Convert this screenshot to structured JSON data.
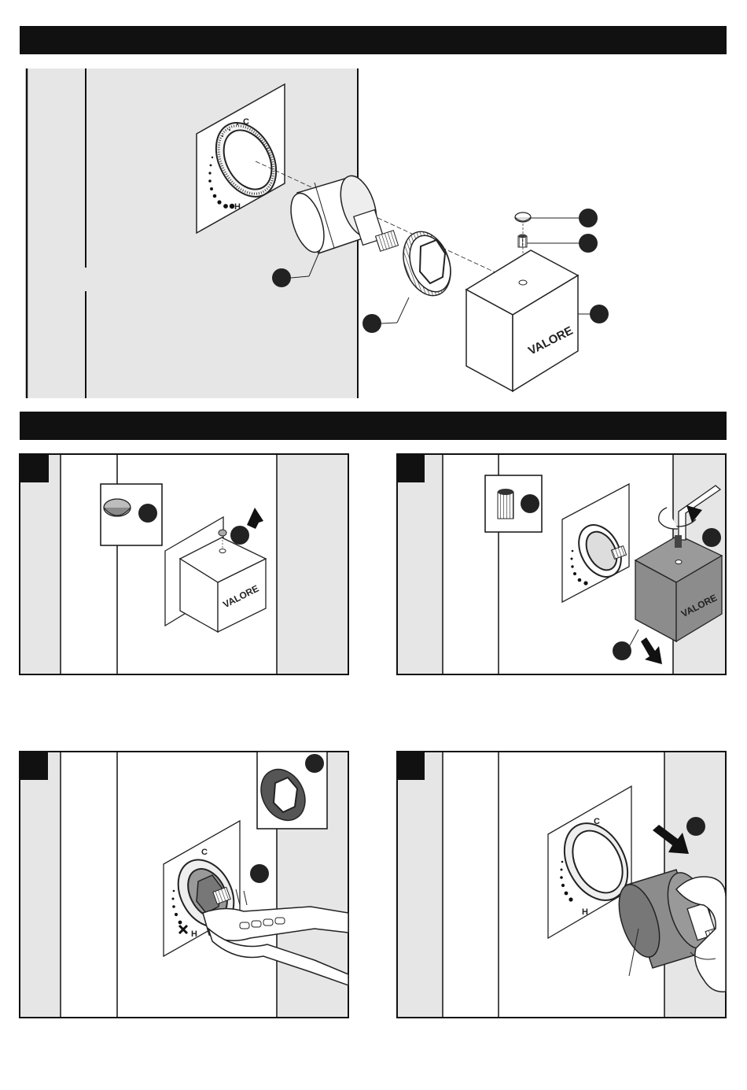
{
  "brand": {
    "logo_text": "VALORE"
  },
  "dial": {
    "cold_label": "C",
    "hot_label": "H"
  },
  "colors": {
    "header_bar": "#111111",
    "wall_shade": "#e6e6e6",
    "step_box": "#111111",
    "callout": "#222222",
    "cube_shaded": "#8c8c8c"
  },
  "panels": [
    {
      "id": "exploded-view",
      "icon_names": [
        "wall-plate-icon",
        "cartridge-icon",
        "retaining-nut-icon",
        "cap-icon",
        "grub-screw-icon",
        "handle-cube-icon"
      ]
    },
    {
      "id": "step-1",
      "icon_names": [
        "cap-icon",
        "up-arrow-icon",
        "handle-cube-icon"
      ]
    },
    {
      "id": "step-2",
      "icon_names": [
        "grub-screw-icon",
        "allen-key-icon",
        "rotate-arrow-icon",
        "handle-cube-icon",
        "down-right-arrow-icon"
      ]
    },
    {
      "id": "step-3",
      "icon_names": [
        "retaining-nut-icon",
        "pliers-icon",
        "rotate-arrow-icon"
      ]
    },
    {
      "id": "step-4",
      "icon_names": [
        "cartridge-icon",
        "hand-icon",
        "right-arrow-icon"
      ]
    }
  ]
}
